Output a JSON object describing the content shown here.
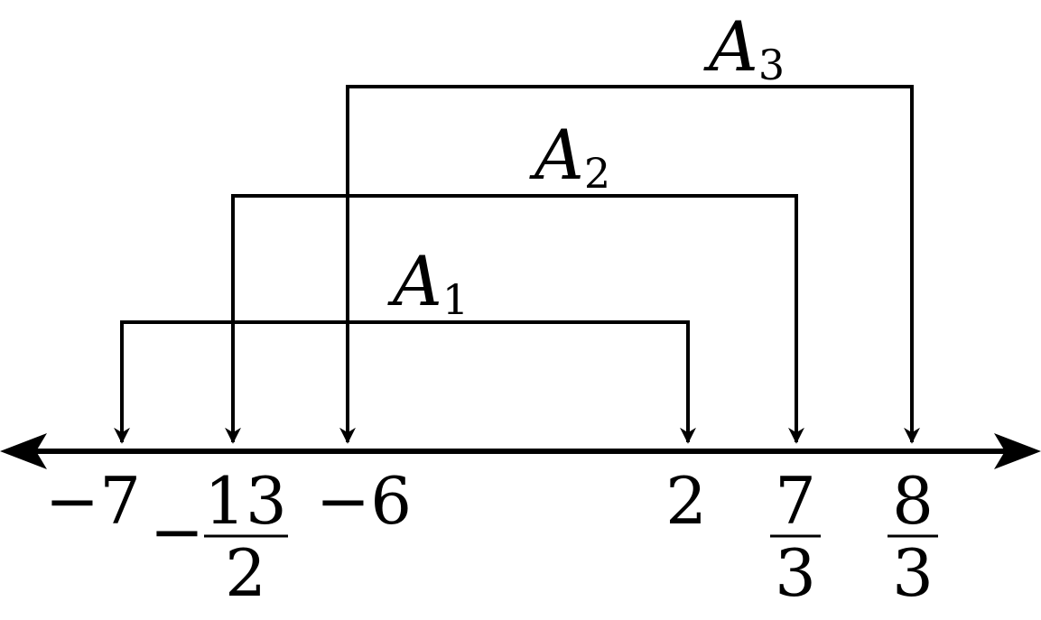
{
  "number_line": {
    "ticks": [
      {
        "id": "neg7",
        "sign": "−",
        "value": "7"
      },
      {
        "id": "neg13over2",
        "sign": "−",
        "numerator": "13",
        "denominator": "2"
      },
      {
        "id": "neg6",
        "sign": "−",
        "value": "6"
      },
      {
        "id": "two",
        "value": "2"
      },
      {
        "id": "seven-thirds",
        "numerator": "7",
        "denominator": "3"
      },
      {
        "id": "eight-thirds",
        "numerator": "8",
        "denominator": "3"
      }
    ]
  },
  "intervals": [
    {
      "id": "A1",
      "letter": "A",
      "subscript": "1",
      "from": "−7",
      "to": "2"
    },
    {
      "id": "A2",
      "letter": "A",
      "subscript": "2",
      "from": "−13/2",
      "to": "7/3"
    },
    {
      "id": "A3",
      "letter": "A",
      "subscript": "3",
      "from": "−6",
      "to": "8/3"
    }
  ],
  "colors": {
    "ink": "#000000",
    "background": "#ffffff"
  }
}
